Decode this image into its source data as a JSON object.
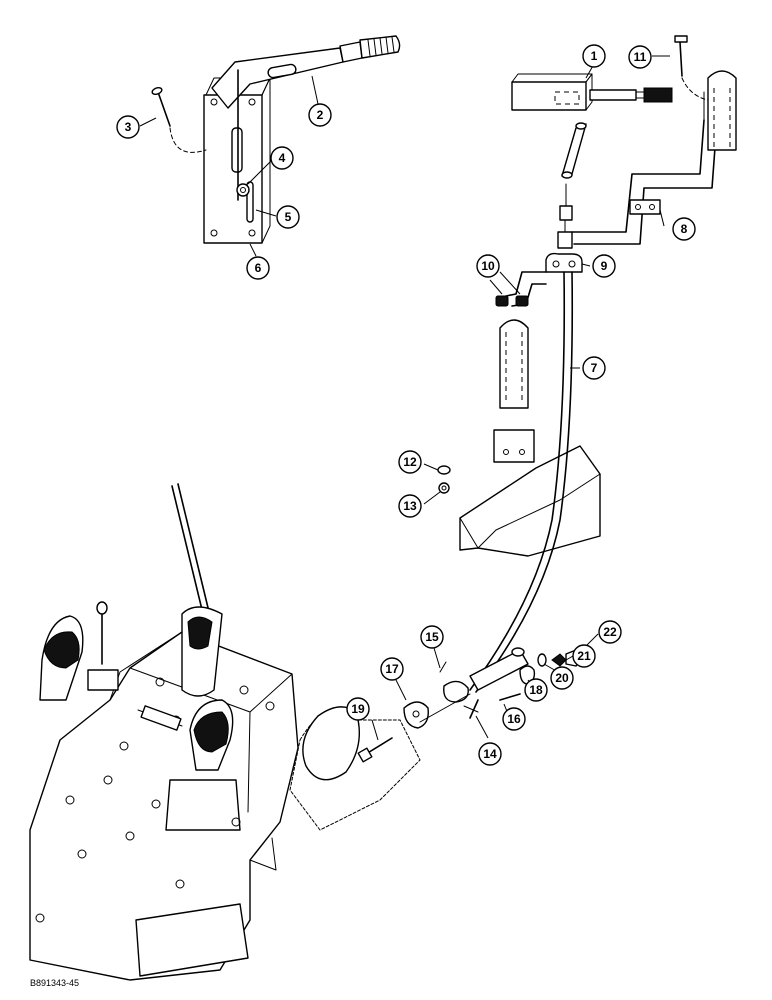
{
  "callouts": [
    {
      "id": "callout-1",
      "label": "1"
    },
    {
      "id": "callout-2",
      "label": "2"
    },
    {
      "id": "callout-3",
      "label": "3"
    },
    {
      "id": "callout-4",
      "label": "4"
    },
    {
      "id": "callout-5",
      "label": "5"
    },
    {
      "id": "callout-6",
      "label": "6"
    },
    {
      "id": "callout-7",
      "label": "7"
    },
    {
      "id": "callout-8",
      "label": "8"
    },
    {
      "id": "callout-9",
      "label": "9"
    },
    {
      "id": "callout-10",
      "label": "10"
    },
    {
      "id": "callout-11",
      "label": "11"
    },
    {
      "id": "callout-12",
      "label": "12"
    },
    {
      "id": "callout-13",
      "label": "13"
    },
    {
      "id": "callout-14",
      "label": "14"
    },
    {
      "id": "callout-15",
      "label": "15"
    },
    {
      "id": "callout-16",
      "label": "16"
    },
    {
      "id": "callout-17",
      "label": "17"
    },
    {
      "id": "callout-18",
      "label": "18"
    },
    {
      "id": "callout-19",
      "label": "19"
    },
    {
      "id": "callout-20",
      "label": "20"
    },
    {
      "id": "callout-21",
      "label": "21"
    },
    {
      "id": "callout-22",
      "label": "22"
    }
  ],
  "reference_code": "B891343-45"
}
